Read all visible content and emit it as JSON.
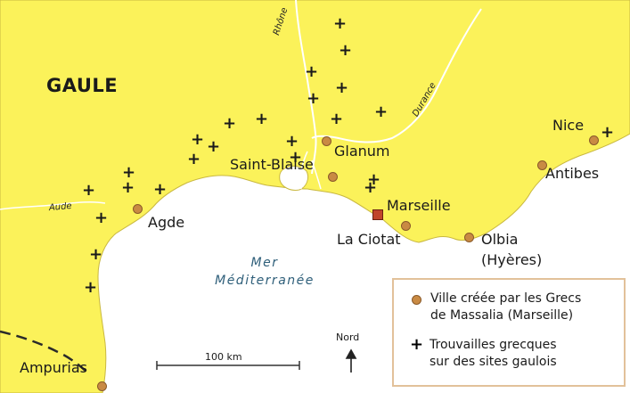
{
  "region_label": "GAULE",
  "sea": {
    "line1": "Mer",
    "line2": "Méditerranée"
  },
  "rivers": {
    "rhone": "Rhône",
    "durance": "Durance",
    "aude": "Aude"
  },
  "cities": {
    "nice": "Nice",
    "antibes": "Antibes",
    "glanum": "Glanum",
    "saint_blaise": "Saint-Blaise",
    "marseille": "Marseille",
    "la_ciotat": "La Ciotat",
    "olbia": "Olbia",
    "olbia_alt": "(Hyères)",
    "agde": "Agde",
    "ampurias": "Ampurias"
  },
  "scale_label": "100 km",
  "north_label": "Nord",
  "legend": {
    "greek_city_line1": "Ville créée par les Grecs",
    "greek_city_line2": "de Massalia (Marseille)",
    "finds_line1": "Trouvailles grecques",
    "finds_line2": "sur des sites gaulois"
  },
  "colors": {
    "land": "#fbf25a",
    "sea": "#ffffff",
    "city_marker": "#c98a43",
    "marseille_marker": "#c0452a",
    "legend_border": "#e2c19a"
  },
  "icons": {
    "finds_symbol": "plus-icon",
    "city_symbol": "circle-dot-icon",
    "north_symbol": "north-arrow-icon"
  }
}
